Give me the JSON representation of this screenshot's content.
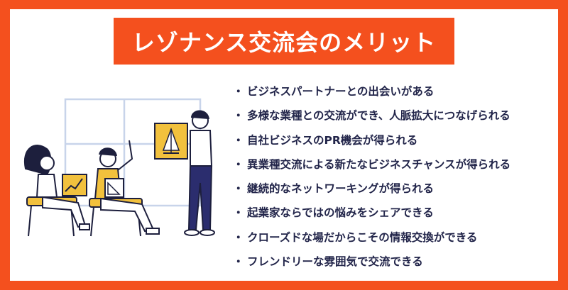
{
  "title": "レゾナンス交流会のメリット",
  "bullet_char": "・",
  "benefits": [
    "ビジネスパートナーとの出会いがある",
    "多様な業種との交流ができ、人脈拡大につなげられる",
    "自社ビジネスのPR機会が得られる",
    "異業種交流による新たなビジネスチャンスが得られる",
    "継続的なネットワーキングが得られる",
    "起業家ならではの悩みをシェアできる",
    "クローズドな場だからこその情報交換ができる",
    "フレンドリーな雰囲気で交流できる"
  ],
  "colors": {
    "frame": "#f4501e",
    "text": "#22254a",
    "accent_yellow": "#f2c13d",
    "navy": "#2b2d6e"
  },
  "illustration": "business-meeting-illustration"
}
